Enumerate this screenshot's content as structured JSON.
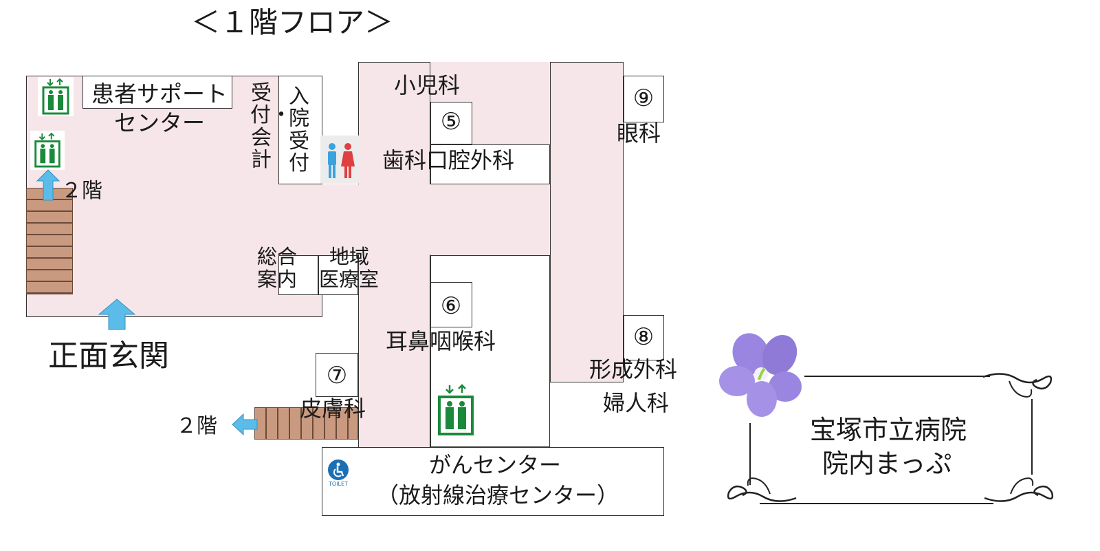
{
  "title": "＜１階フロア＞",
  "rooms": {
    "patient_support": "患者サポート",
    "patient_support_2": "センター",
    "reception": "受付・会計",
    "admission": "入院受付",
    "pediatrics": "小児科",
    "dental": "歯科口腔外科",
    "ophthalmology": "眼科",
    "general_info_1": "総合",
    "general_info_2": "案内",
    "regional_1": "地域",
    "regional_2": "医療室",
    "ent": "耳鼻咽喉科",
    "dermatology": "皮膚科",
    "plastic_surgery": "形成外科",
    "gynecology": "婦人科",
    "cancer_center": "がんセンター",
    "cancer_center_sub": "（放射線治療センター）"
  },
  "room_numbers": {
    "n5": "⑤",
    "n6": "⑥",
    "n7": "⑦",
    "n8": "⑧",
    "n9": "⑨"
  },
  "entrance": "正面玄関",
  "stairs_label_left": "２階",
  "stairs_label_bottom": "２階",
  "toilet_label": "TOILET",
  "map_title_1": "宝塚市立病院",
  "map_title_2": "院内まっぷ",
  "icons": {
    "elevator": "elevator-icon",
    "restroom": "restroom-icon",
    "accessible_toilet": "accessible-toilet-icon",
    "arrow": "arrow-icon",
    "flower": "flower-icon"
  },
  "colors": {
    "floor": "#f6e6e9",
    "stairs": "#c99a80",
    "arrow": "#5bbcea",
    "elevator": "#1a8a3a",
    "flower": "#9a86e0"
  }
}
